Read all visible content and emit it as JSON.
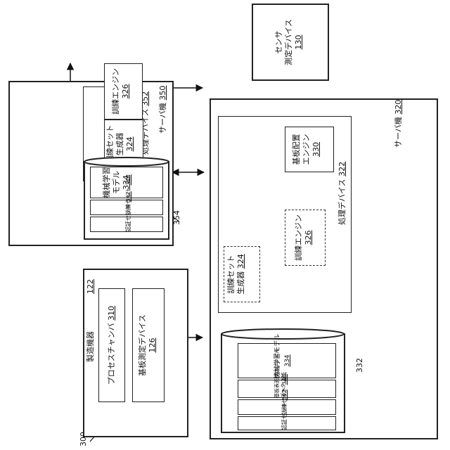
{
  "figure": {
    "label": "300"
  },
  "manufacturing": {
    "title": "製造機器",
    "number": "122",
    "process_chamber": {
      "text": "プロセスチャンバ",
      "number": "310"
    },
    "substrate_measure": {
      "text": "基板測定デバイス",
      "number": "126"
    }
  },
  "sensor": {
    "line1": "センサ",
    "line2": "測定デバイス",
    "number": "130"
  },
  "server350": {
    "title": "サーバ機",
    "number": "350",
    "processing": {
      "text": "処理デバイス",
      "number": "352"
    },
    "training_engine": {
      "text": "訓練エンジン",
      "number": "326"
    },
    "trainset_gen": {
      "line1": "訓練セット",
      "line2": "生成器",
      "number": "324"
    },
    "db_ref": "354",
    "db": {
      "ml_model": {
        "text": "機械学習モデル",
        "number": "334"
      },
      "train_set": {
        "text": "訓練セット",
        "number": "340"
      },
      "valid_set": {
        "text": "認証セット",
        "number": "342"
      }
    }
  },
  "server320": {
    "title": "サーバ機",
    "number": "320",
    "processing": {
      "text": "処理デバイス",
      "number": "322"
    },
    "placement_engine": {
      "line1": "基板配置",
      "line2": "エンジン",
      "number": "330"
    },
    "training_engine": {
      "text": "訓練エンジン",
      "number": "326"
    },
    "trainset_gen": {
      "line1": "訓練セット",
      "line2": "生成器",
      "number": "324"
    },
    "db_ref": "332",
    "db": {
      "ml_model": {
        "text": "機械学習モデル",
        "number": "334"
      },
      "profile": {
        "line1": "基板表面プロファイル",
        "line2": "データ",
        "number": "336"
      },
      "train_set": {
        "text": "訓練セット",
        "number": "340"
      },
      "valid_set": {
        "text": "認証セット",
        "number": "342"
      }
    }
  }
}
